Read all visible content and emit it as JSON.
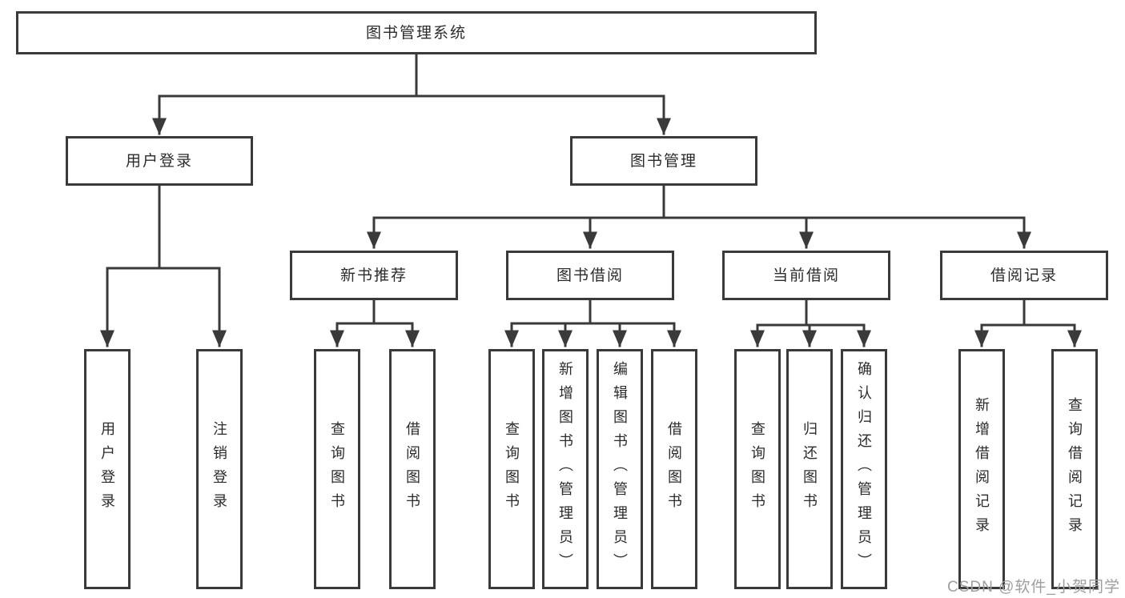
{
  "tree": {
    "root": {
      "label": "图书管理系统"
    },
    "branches": [
      {
        "label": "用户登录",
        "children": [
          {
            "label": "用户登录"
          },
          {
            "label": "注销登录"
          }
        ]
      },
      {
        "label": "图书管理",
        "children": [
          {
            "label": "新书推荐",
            "children": [
              {
                "label": "查询图书"
              },
              {
                "label": "借阅图书"
              }
            ]
          },
          {
            "label": "图书借阅",
            "children": [
              {
                "label": "查询图书"
              },
              {
                "label": "新增图书（管理员）"
              },
              {
                "label": "编辑图书（管理员）"
              },
              {
                "label": "借阅图书"
              }
            ]
          },
          {
            "label": "当前借阅",
            "children": [
              {
                "label": "查询图书"
              },
              {
                "label": "归还图书"
              },
              {
                "label": "确认归还（管理员）"
              }
            ]
          },
          {
            "label": "借阅记录",
            "children": [
              {
                "label": "新增借阅记录"
              },
              {
                "label": "查询借阅记录"
              }
            ]
          }
        ]
      }
    ]
  },
  "watermark": {
    "text": "CSDN @软件_小贺同学"
  },
  "colors": {
    "line": "#3a3a3a",
    "text": "#2b2b2b",
    "watermark": "#9e9e9e",
    "background": "#ffffff"
  }
}
